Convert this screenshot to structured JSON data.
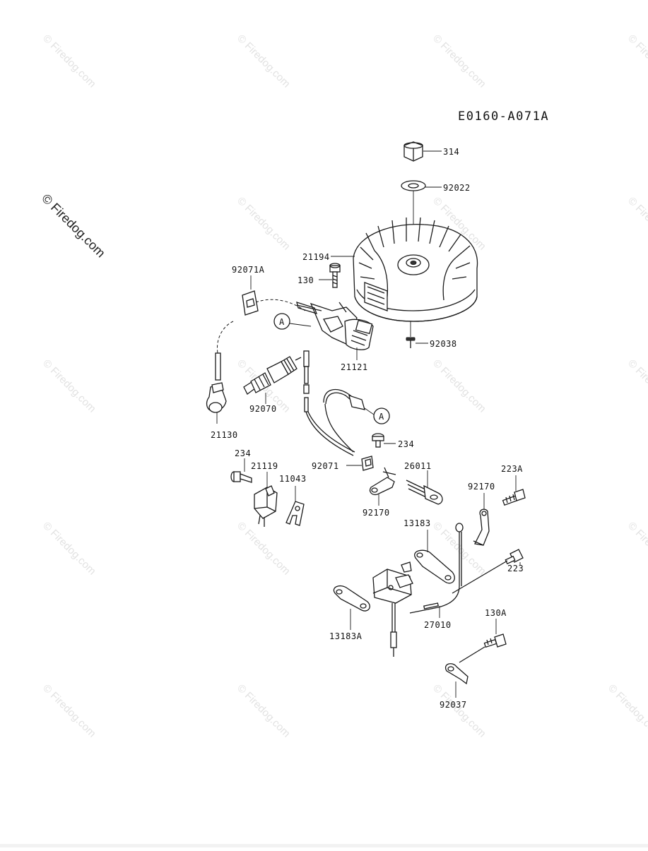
{
  "diagram": {
    "code": "E0160-A071A",
    "watermark": "© Firedog.com",
    "parts": [
      {
        "id": "p314",
        "label": "314"
      },
      {
        "id": "p92022",
        "label": "92022"
      },
      {
        "id": "p21194",
        "label": "21194"
      },
      {
        "id": "p130",
        "label": "130"
      },
      {
        "id": "p92071A",
        "label": "92071A"
      },
      {
        "id": "p21121",
        "label": "21121"
      },
      {
        "id": "p92038",
        "label": "92038"
      },
      {
        "id": "p92070",
        "label": "92070"
      },
      {
        "id": "p21130",
        "label": "21130"
      },
      {
        "id": "p234a",
        "label": "234"
      },
      {
        "id": "p234b",
        "label": "234"
      },
      {
        "id": "p21119",
        "label": "21119"
      },
      {
        "id": "p11043",
        "label": "11043"
      },
      {
        "id": "p92071",
        "label": "92071"
      },
      {
        "id": "p26011",
        "label": "26011"
      },
      {
        "id": "p92170a",
        "label": "92170"
      },
      {
        "id": "p92170b",
        "label": "92170"
      },
      {
        "id": "p223A",
        "label": "223A"
      },
      {
        "id": "p13183",
        "label": "13183"
      },
      {
        "id": "p223",
        "label": "223"
      },
      {
        "id": "p27010",
        "label": "27010"
      },
      {
        "id": "p13183A",
        "label": "13183A"
      },
      {
        "id": "p130A",
        "label": "130A"
      },
      {
        "id": "p92037",
        "label": "92037"
      }
    ],
    "refs": [
      {
        "id": "refA1",
        "label": "A"
      },
      {
        "id": "refA2",
        "label": "A"
      }
    ]
  }
}
